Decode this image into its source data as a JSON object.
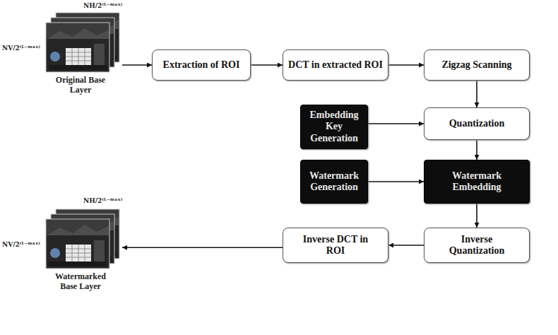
{
  "diagram": {
    "nodes": [
      {
        "text": [
          "Original Base Layer"
        ]
      },
      {
        "text": [
          "Extraction of ROI"
        ]
      },
      {
        "text": [
          "DCT in extracted ROI"
        ]
      },
      {
        "text": [
          "Zigzag Scanning"
        ]
      },
      {
        "text": [
          "Embedding Key Generation"
        ]
      },
      {
        "text": [
          "Quantization"
        ]
      },
      {
        "text": [
          "Watermark Generation"
        ]
      },
      {
        "text": [
          "Watermark Embedding"
        ]
      },
      {
        "text": [
          "Inverse DCT in ROI"
        ]
      },
      {
        "text": [
          "Inverse Quantization"
        ]
      },
      {
        "text": [
          "Watermarked Base Layer"
        ]
      }
    ],
    "edges": [
      {
        "from": 0,
        "to": 1,
        "arrow": "to"
      },
      {
        "from": 1,
        "to": 2,
        "arrow": "to"
      },
      {
        "from": 2,
        "to": 3,
        "arrow": "to"
      },
      {
        "from": 3,
        "to": 5,
        "arrow": "to"
      },
      {
        "from": 4,
        "to": 5,
        "arrow": "to"
      },
      {
        "from": 5,
        "to": 7,
        "arrow": "to"
      },
      {
        "from": 6,
        "to": 7,
        "arrow": "to"
      },
      {
        "from": 7,
        "to": 9,
        "arrow": "to"
      },
      {
        "from": 9,
        "to": 8,
        "arrow": "to"
      },
      {
        "from": 8,
        "to": 10,
        "arrow": "to"
      }
    ],
    "labels": [
      "NH/2⁽ᴸ⁻ᵐᵃˣ⁾",
      "NV/2⁽ᴸ⁻ᵐᵃˣ⁾",
      "NH/2⁽ᴸ⁻ᵐᵃˣ⁾",
      "NV/2⁽ᴸ⁻ᵐᵃˣ⁾"
    ]
  }
}
